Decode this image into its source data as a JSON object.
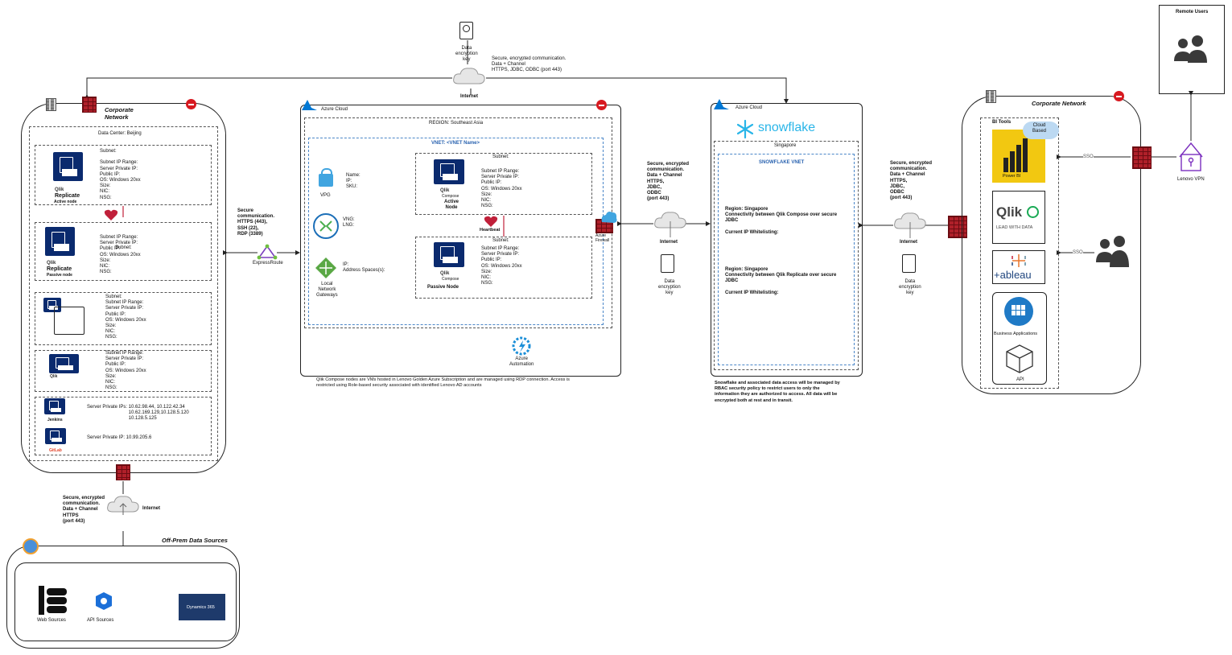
{
  "top": {
    "key_label": "Data\nencryption\nkey",
    "comm": "Secure, encrypted communication.\nData + Channel\nHTTPS, JDBC, ODBC (port 443)",
    "internet": "Internet"
  },
  "remote": {
    "title": "Remote Users"
  },
  "vpn": {
    "label": "Lenovo VPN"
  },
  "corp_left": {
    "title": "Corporate\nNetwork",
    "dc": "Data Center: Beijing",
    "s1": "Subnet:\n\nSubnet IP Range:\nServer Private IP:\nPublic IP:\nOS: Windows 20xx\nSize:\nNIC:\nNSG:",
    "s1_logo": "Qlik",
    "s1_name": "Replicate",
    "s1_role": "Active node",
    "s2": "Subnet IP Range:\nServer Private IP:\nPublic IP:\nOS: Windows 20xx\nSize:\nNIC:\nNSG:",
    "s2_subnet": "Subnet:",
    "s2_logo": "Qlik",
    "s2_name": "Replicate",
    "s2_role": "Passive node",
    "s3": "Subnet:\nSubnet IP Range:\nServer Private IP:\nPublic IP:\nOS: Windows 20xx\nSize:\nNIC:\nNSG:",
    "s4": "Subnet IP Range:\nServer Private IP:\nPublic IP:\nOS: Windows 20xx\nSize:\nNIC:\nNSG:",
    "s4_logo": "Qlik",
    "s5a": "Server Private IPs: 10.62.98.44, 10.122.42.34\n                               10.62.169.129,10.128.5.120\n                               10.128.5.125",
    "s5b": "Server Private IP: 10.99.205.6",
    "jenkins": "Jenkins",
    "gitlab": "GitLab"
  },
  "link_left": {
    "comm": "Secure\ncommunication.\nHTTPS (443),\nSSH (22),\nRDP (3389)",
    "er": "ExpressRoute"
  },
  "bottom_link": {
    "comm": "Secure, encrypted\ncommunication.\nData + Channel\nHTTPS\n(port 443)",
    "internet": "Internet"
  },
  "offprem": {
    "title": "Off-Prem Data Sources",
    "web": "Web Sources",
    "api": "API Sources",
    "dyn": "Dynamics 365"
  },
  "azure": {
    "title": "Azure Cloud",
    "region": "REGION: Southeast Asia",
    "vnet": "VNET: <VNET Name>",
    "vpg_fields": "Name:\nIP:\nSKU:",
    "vpg": "VPG",
    "vng": "VNG:\nLNG:",
    "lng": "IP:\nAddress Spaces(s):",
    "lng_label": "Local\nNetwork\nGateways",
    "a_subnet": "Subnet:",
    "a_fields": "Subnet IP Range:\nServer Private IP:\nPublic IP:\nOS: Windows 20xx\nSize:\nNIC:\nNSG:",
    "a_logo": "Qlik",
    "a_comp": "Compose",
    "a_name": "Active\nNode",
    "heartbeat": "Heartbeat",
    "p_subnet": "Subnet:",
    "p_fields": "Subnet IP Range:\nServer Private IP:\nPublic IP:\nOS: Windows 20xx\nSize:\nNIC:\nNSG:",
    "p_logo": "Qlik",
    "p_comp": "Compose",
    "p_name": "Passive Node",
    "firewall": "Azure\nFirewall",
    "automation": "Azure\nAutomation",
    "note": "Qlik Compose nodes are VMs hosted in Lenovo Golden Azure Subscription and are managed using RDP connection. Access is\nrestricted using Role-based security associated with identified Lenovo AD accounts"
  },
  "mid_link": {
    "comm": "Secure, encrypted\ncommunication.\nData + Channel\nHTTPS,\nJDBC,\nODBC\n(port 443)",
    "internet": "Internet",
    "key": "Data\nencryption\nkey"
  },
  "snow": {
    "cloud": "Azure Cloud",
    "brand": "snowflake",
    "region": "Singapore",
    "vnet": "SNOWFLAKE VNET",
    "b1": "Region: Singapore\nConnectivity between Qlik Compose over secure\nJDBC\n\nCurrent IP Whitelisting:",
    "b2": "Region: Singapore\nConnectivity between Qlik Replicate over secure\nJDBC\n\nCurrent IP Whitelisting:",
    "note": "Snowflake and associated data access will be managed by\nRBAC security policy to restrict users to only the\ninformation they are authorized to access. All data will be\nencrypted both at rest and in transit."
  },
  "right_link": {
    "comm": "Secure, encrypted\ncommunication.\nData + Channel\nHTTPS,\nJDBC,\nODBC\n(port 443)",
    "internet": "Internet",
    "key": "Data\nencryption\nkey"
  },
  "corp_right": {
    "title": "Corporate Network",
    "bi": "BI Tools",
    "cloud_based": "Cloud\nBased",
    "powerbi": "Power BI",
    "qlik": "Qlik",
    "qlik_tag": "LEAD WITH DATA",
    "tableau": "+ableau",
    "bizapps": "Business Applications",
    "api": "API",
    "sso1": "SSO",
    "sso2": "SSO"
  },
  "colors": {
    "azure": "#0078d4",
    "fw": "#b0202a",
    "server": "#0a2a6e",
    "snow": "#29b5e8",
    "pbi": "#f2c811",
    "vpn": "#7b2fbe"
  }
}
